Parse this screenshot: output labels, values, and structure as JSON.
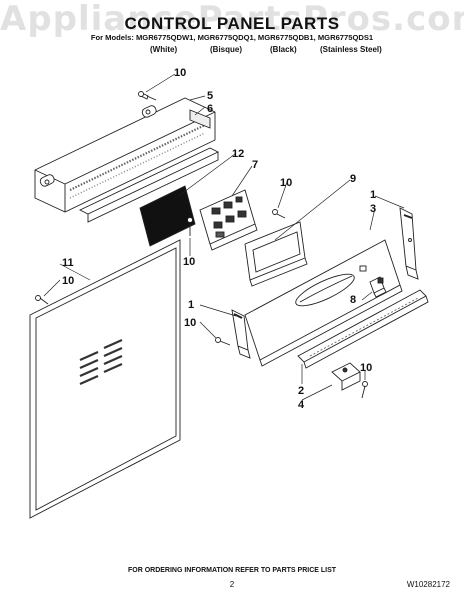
{
  "watermark": "AppliancePartsPros.com",
  "header": {
    "title": "CONTROL PANEL PARTS",
    "models": "For Models: MGR6775QDW1, MGR6775QDQ1, MGR6775QDB1, MGR6775QDS1",
    "colors": [
      "(White)",
      "(Bisque)",
      "(Black)",
      "(Stainless Steel)"
    ]
  },
  "callouts": [
    "10",
    "5",
    "6",
    "12",
    "7",
    "10",
    "9",
    "1",
    "3",
    "10",
    "11",
    "10",
    "1",
    "10",
    "8",
    "2",
    "4",
    "10"
  ],
  "footer": {
    "ordering_note": "FOR ORDERING INFORMATION REFER TO PARTS PRICE LIST",
    "page_number": "2",
    "document_number": "W10282172"
  }
}
